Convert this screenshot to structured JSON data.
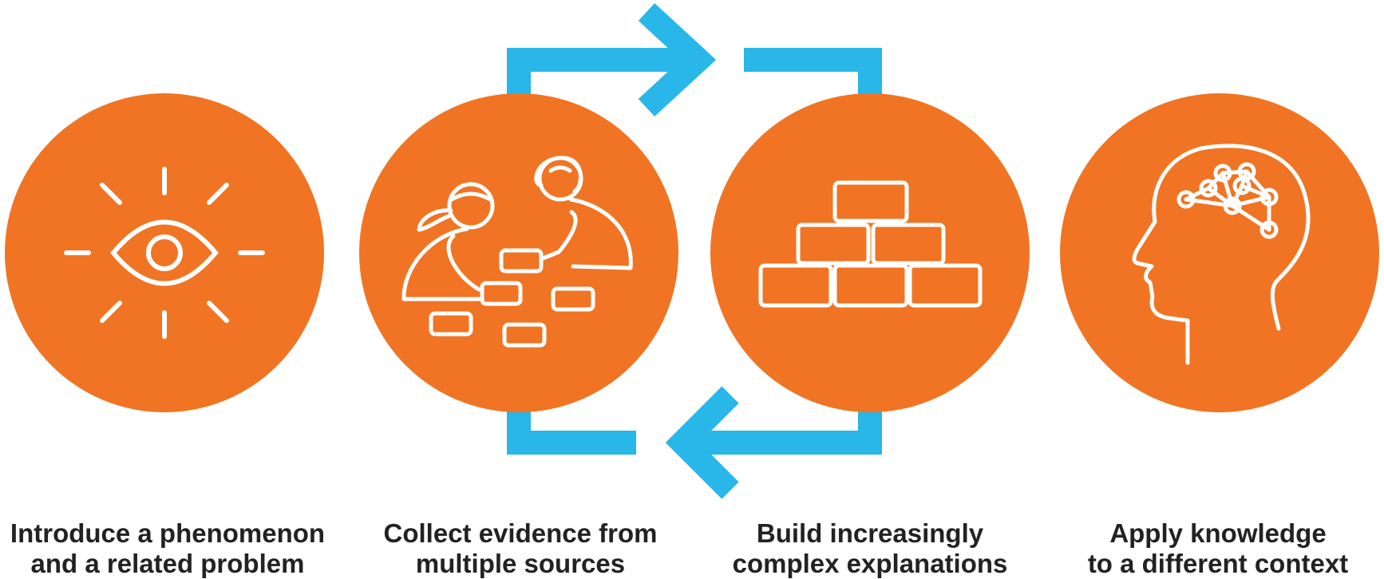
{
  "colors": {
    "circle": "#F07423",
    "arrow": "#29B6E8",
    "icon_stroke": "#FFFFFF",
    "caption_text": "#222222"
  },
  "steps": [
    {
      "icon": "eye-icon",
      "line1": "Introduce a phenomenon",
      "line2": "and a related problem"
    },
    {
      "icon": "collaborating-people-icon",
      "line1": "Collect evidence from",
      "line2": "multiple sources"
    },
    {
      "icon": "brick-pyramid-icon",
      "line1": "Build increasingly",
      "line2": "complex explanations"
    },
    {
      "icon": "head-brain-network-icon",
      "line1": "Apply knowledge",
      "line2": "to a different context"
    }
  ]
}
